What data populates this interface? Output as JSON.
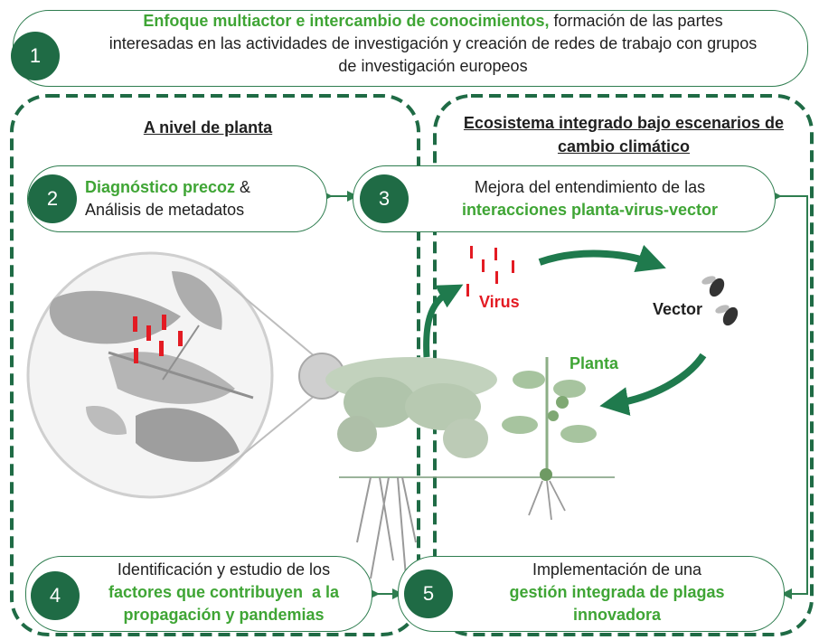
{
  "box1": {
    "number": "1",
    "line1_green": "Enfoque multiactor e intercambio de conocimientos,",
    "line1_rest": " formación de las partes",
    "line2": "interesadas en las actividades de investigación y creación de redes de trabajo con grupos",
    "line3": "de investigación europeos"
  },
  "panel_left": {
    "heading": "A nivel de planta"
  },
  "panel_right": {
    "heading_line1": "Ecosistema integrado bajo escenarios de",
    "heading_line2": "cambio climático"
  },
  "box2": {
    "number": "2",
    "line1_green": "Diagnóstico precoz",
    "line1_rest": " &",
    "line2": "Análisis de metadatos"
  },
  "box3": {
    "number": "3",
    "line1": "Mejora del entendimiento de las",
    "line2_green": "interacciones planta-virus-vector"
  },
  "box4": {
    "number": "4",
    "line1": "Identificación y estudio de los",
    "line2_green": "factores que contribuyen",
    "line2_green_b": "a la",
    "line3_green": "propagación y pandemias"
  },
  "box5": {
    "number": "5",
    "line1": "Implementación de una",
    "line2_green": "gestión integrada de plagas",
    "line3_green": "innovadora"
  },
  "cycle": {
    "virus": "Virus",
    "vector": "Vector",
    "planta": "Planta"
  },
  "colors": {
    "dark_green": "#1f6b45",
    "light_green": "#3fa535",
    "red": "#e31b23"
  }
}
